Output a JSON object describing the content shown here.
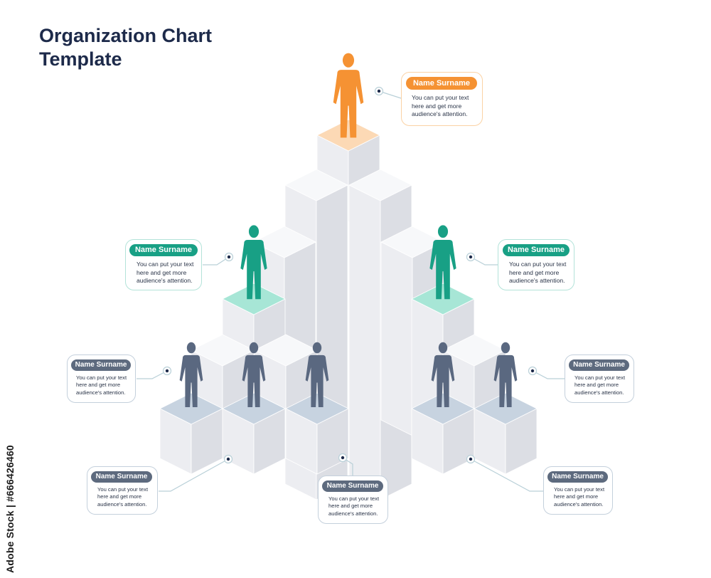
{
  "title": {
    "line1": "Organization Chart",
    "line2": "Template"
  },
  "colors": {
    "head": "#f59233",
    "manager": "#18a085",
    "member": "#5a6880",
    "member_pill": "#5d6a7e",
    "head_card_border": "#fbd2a4",
    "manager_card_border": "#b3e3d9",
    "member_card_border": "#c4d0dc"
  },
  "icons": [
    "person-icon"
  ],
  "cards": [
    {
      "id": "head",
      "name": "Name Surname",
      "lines": [
        "You can put your text",
        "here and get more",
        "audience's attention."
      ]
    },
    {
      "id": "manager-left",
      "name": "Name Surname",
      "lines": [
        "You can put your text",
        "here and get more",
        "audience's attention."
      ]
    },
    {
      "id": "manager-right",
      "name": "Name Surname",
      "lines": [
        "You can put your text",
        "here and get more",
        "audience's attention."
      ]
    },
    {
      "id": "member-left-upper",
      "name": "Name Surname",
      "lines": [
        "You can put your text",
        "here and get more",
        "audience's attention."
      ]
    },
    {
      "id": "member-right-upper",
      "name": "Name Surname",
      "lines": [
        "You can put your text",
        "here and get more",
        "audience's attention."
      ]
    },
    {
      "id": "member-left-lower",
      "name": "Name Surname",
      "lines": [
        "You can put your text",
        "here and get more",
        "audience's attention."
      ]
    },
    {
      "id": "member-center",
      "name": "Name Surname",
      "lines": [
        "You can put your text",
        "here and get more",
        "audience's attention."
      ]
    },
    {
      "id": "member-right-lower",
      "name": "Name Surname",
      "lines": [
        "You can put your text",
        "here and get more",
        "audience's attention."
      ]
    }
  ],
  "watermark": "Adobe Stock | #666426460"
}
